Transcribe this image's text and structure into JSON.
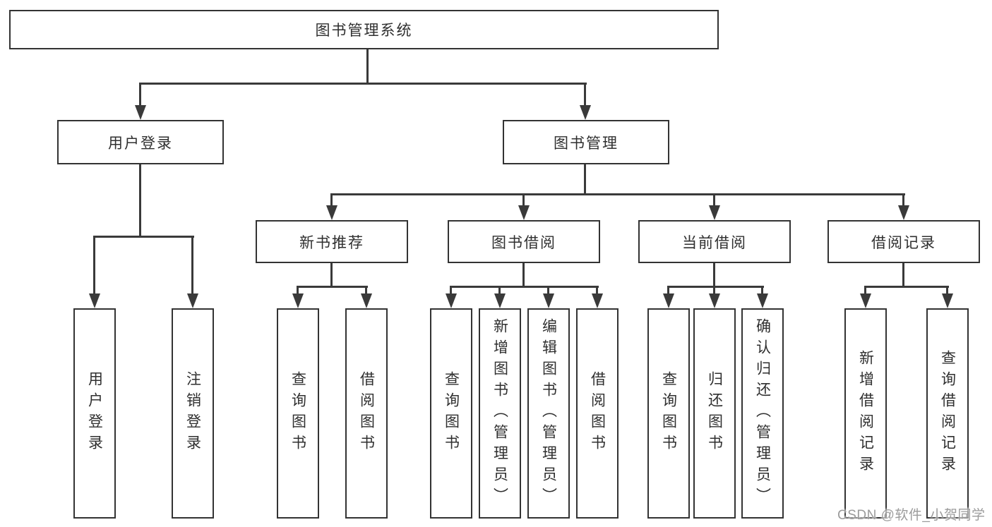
{
  "tree": {
    "root": {
      "label": "图书管理系统",
      "children": [
        {
          "label": "用户登录",
          "children": [
            {
              "label": "用户登录"
            },
            {
              "label": "注销登录"
            }
          ]
        },
        {
          "label": "图书管理",
          "children": [
            {
              "label": "新书推荐",
              "children": [
                {
                  "label": "查询图书"
                },
                {
                  "label": "借阅图书"
                }
              ]
            },
            {
              "label": "图书借阅",
              "children": [
                {
                  "label": "查询图书"
                },
                {
                  "label": "新增图书（管理员）"
                },
                {
                  "label": "编辑图书（管理员）"
                },
                {
                  "label": "借阅图书"
                }
              ]
            },
            {
              "label": "当前借阅",
              "children": [
                {
                  "label": "查询图书"
                },
                {
                  "label": "归还图书"
                },
                {
                  "label": "确认归还（管理员）"
                }
              ]
            },
            {
              "label": "借阅记录",
              "children": [
                {
                  "label": "新增借阅记录"
                },
                {
                  "label": "查询借阅记录"
                }
              ]
            }
          ]
        }
      ]
    }
  },
  "watermark": {
    "text": "CSDN @软件_小贺同学"
  },
  "colors": {
    "line": "#3a3a3a",
    "box_border": "#333333",
    "text": "#2f2f2f",
    "watermark": "#9b9b9b",
    "background": "#ffffff"
  }
}
